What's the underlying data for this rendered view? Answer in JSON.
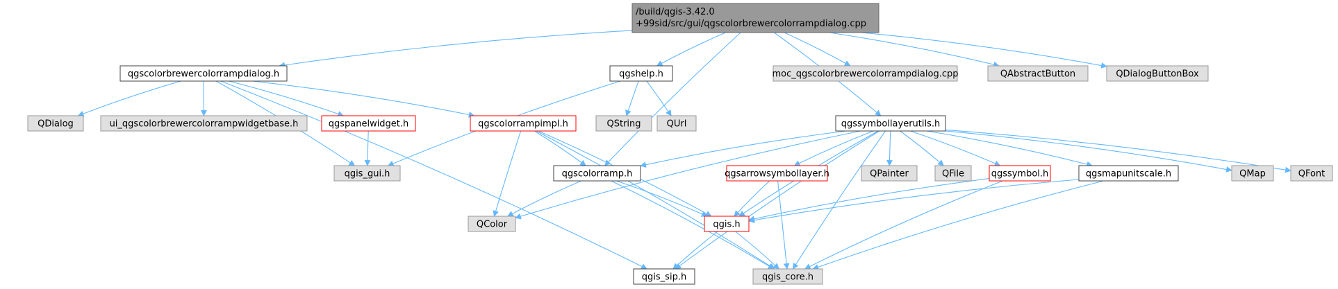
{
  "diagram": {
    "colors": {
      "edge": "#63b8ff",
      "root_fill": "#999999",
      "root_stroke": "#666666",
      "plain_fill": "#ffffff",
      "plain_stroke": "#404040",
      "external_fill": "#e0e0e0",
      "external_stroke": "#999999",
      "truncated_stroke": "#ff0000"
    },
    "nodes": [
      {
        "id": "root",
        "kind": "root",
        "lines": [
          "/build/qgis-3.42.0",
          "+99sid/src/gui/qgscolorbrewercolorrampdialog.cpp"
        ]
      },
      {
        "id": "dialog_h",
        "kind": "plain",
        "lines": [
          "qgscolorbrewercolorrampdialog.h"
        ]
      },
      {
        "id": "qgshelp",
        "kind": "plain",
        "lines": [
          "qgshelp.h"
        ]
      },
      {
        "id": "moc",
        "kind": "external",
        "lines": [
          "moc_qgscolorbrewercolorrampdialog.cpp"
        ]
      },
      {
        "id": "qabstractbutton",
        "kind": "external",
        "lines": [
          "QAbstractButton"
        ]
      },
      {
        "id": "qdialogbuttonbox",
        "kind": "external",
        "lines": [
          "QDialogButtonBox"
        ]
      },
      {
        "id": "qdialog",
        "kind": "external",
        "lines": [
          "QDialog"
        ]
      },
      {
        "id": "ui_widgetbase",
        "kind": "external",
        "lines": [
          "ui_qgscolorbrewercolorrampwidgetbase.h"
        ]
      },
      {
        "id": "qgspanelwidget",
        "kind": "truncated",
        "lines": [
          "qgspanelwidget.h"
        ]
      },
      {
        "id": "qgscolorrampimpl",
        "kind": "truncated",
        "lines": [
          "qgscolorrampimpl.h"
        ]
      },
      {
        "id": "qstring",
        "kind": "external",
        "lines": [
          "QString"
        ]
      },
      {
        "id": "qurl",
        "kind": "external",
        "lines": [
          "QUrl"
        ]
      },
      {
        "id": "qgssymbollayerutils",
        "kind": "plain",
        "lines": [
          "qgssymbollayerutils.h"
        ]
      },
      {
        "id": "qgis_gui",
        "kind": "external",
        "lines": [
          "qgis_gui.h"
        ]
      },
      {
        "id": "qgscolorramp",
        "kind": "plain",
        "lines": [
          "qgscolorramp.h"
        ]
      },
      {
        "id": "qgsarrowsymbollayer",
        "kind": "truncated",
        "lines": [
          "qgsarrowsymbollayer.h"
        ]
      },
      {
        "id": "qpainter",
        "kind": "external",
        "lines": [
          "QPainter"
        ]
      },
      {
        "id": "qfile",
        "kind": "external",
        "lines": [
          "QFile"
        ]
      },
      {
        "id": "qgssymbol",
        "kind": "truncated",
        "lines": [
          "qgssymbol.h"
        ]
      },
      {
        "id": "qgsmapunitscale",
        "kind": "plain",
        "lines": [
          "qgsmapunitscale.h"
        ]
      },
      {
        "id": "qmap",
        "kind": "external",
        "lines": [
          "QMap"
        ]
      },
      {
        "id": "qfont",
        "kind": "external",
        "lines": [
          "QFont"
        ]
      },
      {
        "id": "qcolor",
        "kind": "external",
        "lines": [
          "QColor"
        ]
      },
      {
        "id": "qgis_h",
        "kind": "truncated",
        "lines": [
          "qgis.h"
        ]
      },
      {
        "id": "qgis_sip",
        "kind": "plain",
        "lines": [
          "qgis_sip.h"
        ]
      },
      {
        "id": "qgis_core",
        "kind": "external",
        "lines": [
          "qgis_core.h"
        ]
      }
    ],
    "edges": [
      [
        "root",
        "dialog_h"
      ],
      [
        "root",
        "qgshelp"
      ],
      [
        "root",
        "moc"
      ],
      [
        "root",
        "qabstractbutton"
      ],
      [
        "root",
        "qdialogbuttonbox"
      ],
      [
        "root",
        "qgssymbollayerutils"
      ],
      [
        "root",
        "qgscolorramp"
      ],
      [
        "dialog_h",
        "qdialog"
      ],
      [
        "dialog_h",
        "ui_widgetbase"
      ],
      [
        "dialog_h",
        "qgspanelwidget"
      ],
      [
        "dialog_h",
        "qgscolorrampimpl"
      ],
      [
        "dialog_h",
        "qgis_gui"
      ],
      [
        "dialog_h",
        "qgis_sip"
      ],
      [
        "qgspanelwidget",
        "qgis_gui"
      ],
      [
        "qgshelp",
        "qstring"
      ],
      [
        "qgshelp",
        "qurl"
      ],
      [
        "qgshelp",
        "qgis_gui"
      ],
      [
        "qgscolorrampimpl",
        "qgscolorramp"
      ],
      [
        "qgscolorrampimpl",
        "qcolor"
      ],
      [
        "qgscolorrampimpl",
        "qgis_h"
      ],
      [
        "qgscolorrampimpl",
        "qgis_core"
      ],
      [
        "qgscolorramp",
        "qcolor"
      ],
      [
        "qgscolorramp",
        "qgis_h"
      ],
      [
        "qgscolorramp",
        "qgis_core"
      ],
      [
        "qgssymbollayerutils",
        "qgscolorramp"
      ],
      [
        "qgssymbollayerutils",
        "qgsarrowsymbollayer"
      ],
      [
        "qgssymbollayerutils",
        "qpainter"
      ],
      [
        "qgssymbollayerutils",
        "qfile"
      ],
      [
        "qgssymbollayerutils",
        "qgssymbol"
      ],
      [
        "qgssymbollayerutils",
        "qgsmapunitscale"
      ],
      [
        "qgssymbollayerutils",
        "qmap"
      ],
      [
        "qgssymbollayerutils",
        "qfont"
      ],
      [
        "qgssymbollayerutils",
        "qcolor"
      ],
      [
        "qgssymbollayerutils",
        "qgis_h"
      ],
      [
        "qgssymbollayerutils",
        "qgis_sip"
      ],
      [
        "qgssymbollayerutils",
        "qgis_core"
      ],
      [
        "qgsarrowsymbollayer",
        "qgis_h"
      ],
      [
        "qgsarrowsymbollayer",
        "qgis_core"
      ],
      [
        "qgssymbol",
        "qgis_h"
      ],
      [
        "qgssymbol",
        "qgis_core"
      ],
      [
        "qgsmapunitscale",
        "qgis_h"
      ],
      [
        "qgsmapunitscale",
        "qgis_core"
      ],
      [
        "qgis_h",
        "qgis_sip"
      ],
      [
        "qgis_h",
        "qgis_core"
      ]
    ]
  }
}
